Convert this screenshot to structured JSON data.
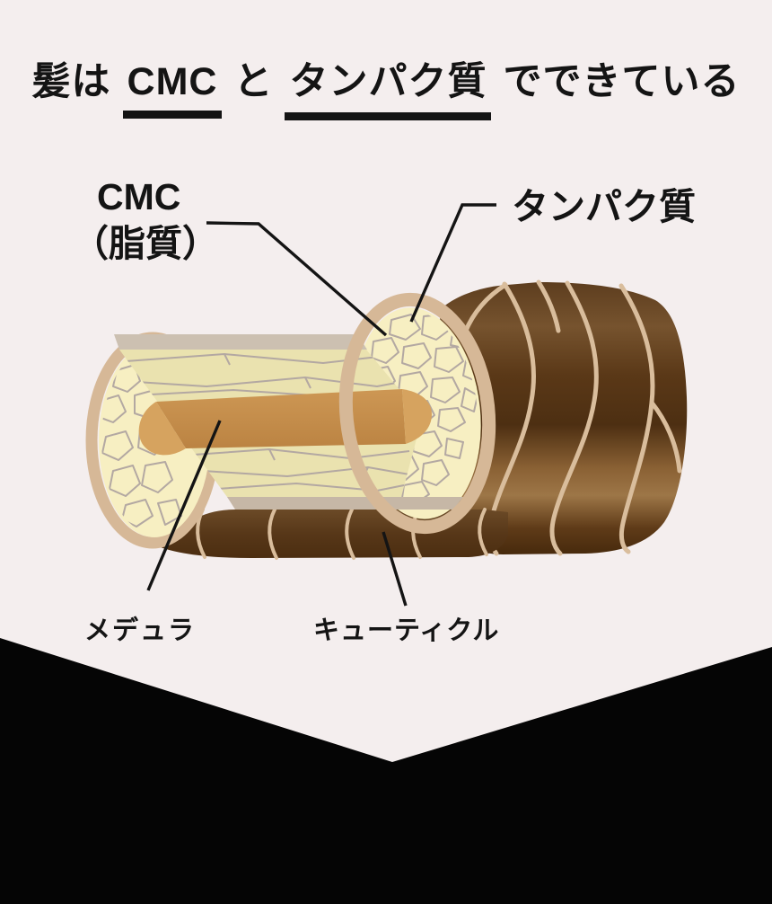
{
  "title": {
    "prefix": "髪は",
    "term1": "CMC",
    "connector": "と",
    "term2": "タンパク質",
    "suffix": "でできている"
  },
  "callouts": {
    "cmc_line1": "CMC",
    "cmc_line2": "（脂質）",
    "protein": "タンパク質",
    "medulla": "メデュラ",
    "cuticle": "キューティクル"
  },
  "illustration": {
    "name": "hair-shaft-cross-section-diagram",
    "parts": [
      "cuticle-outer-layer",
      "cortex-protein-cells",
      "cmc-lipid-mesh",
      "medulla-core"
    ]
  },
  "colors": {
    "background": "#f4eeee",
    "ink": "#141414",
    "tan_ring": "#d6b897",
    "face_yellow": "#f7efc2",
    "slab_yellow": "#eae2af",
    "mesh_gray": "#b3a8a2",
    "band_top": "#ccc0b1",
    "band_bottom": "#c6b7a6",
    "medulla": "#c78f4d",
    "medulla_cap": "#d6a35f",
    "scale_line": "#d9bd9c",
    "black": "#050505"
  }
}
